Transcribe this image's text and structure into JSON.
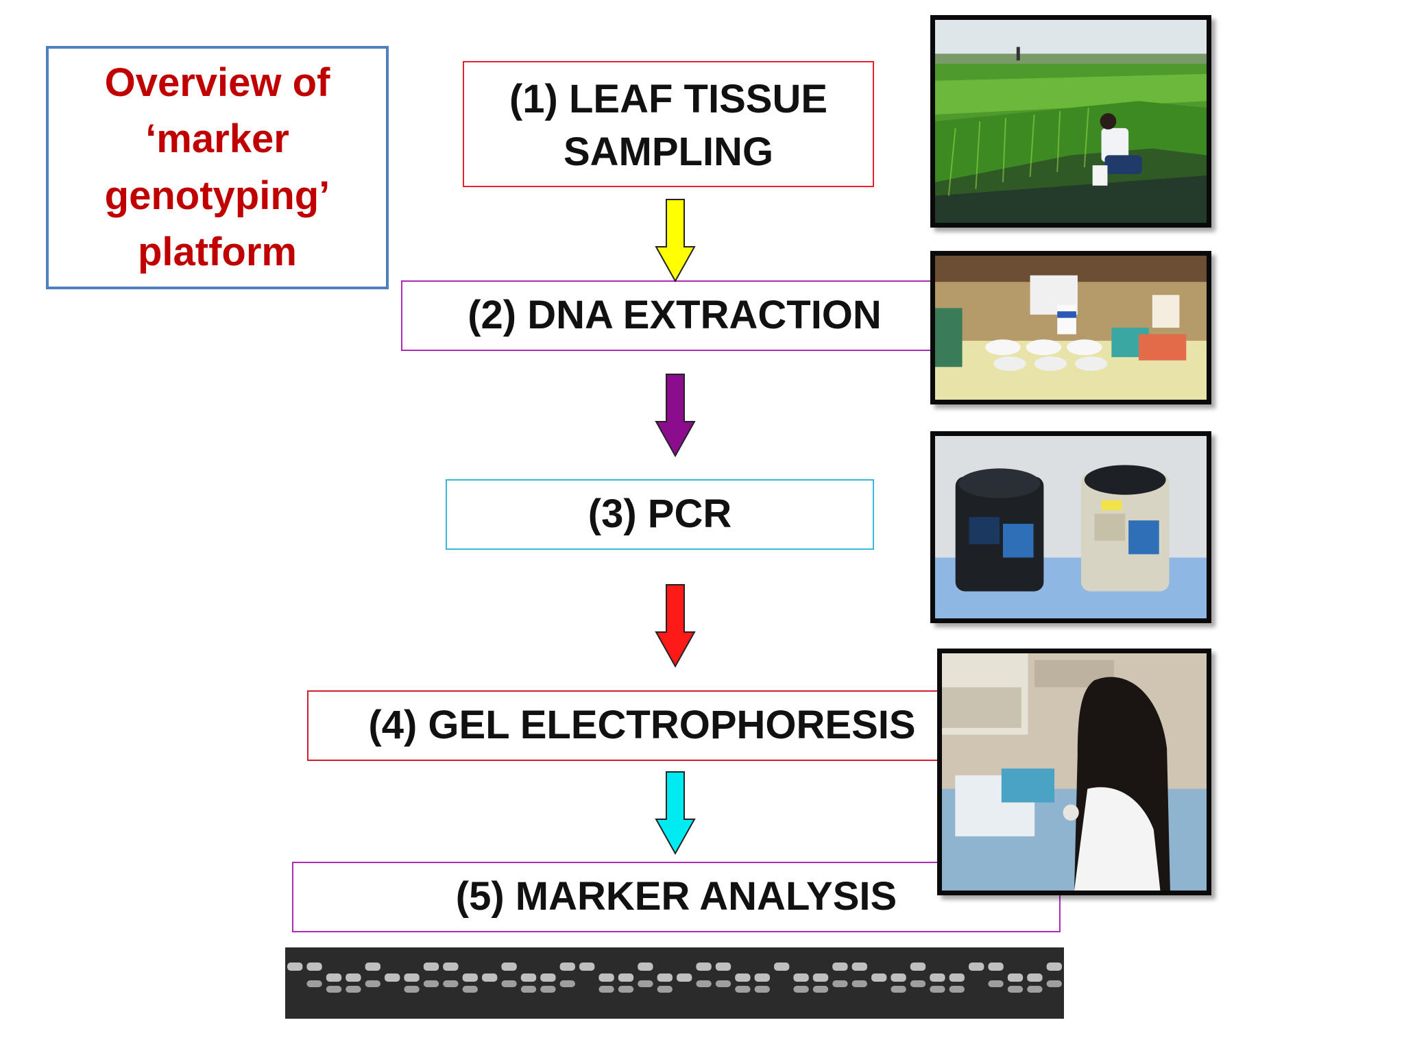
{
  "overview": {
    "title": "Overview of\n‘marker\ngenotyping’\nplatform"
  },
  "steps": [
    {
      "label": "(1) LEAF TISSUE\nSAMPLING",
      "border_color": "#e3242b"
    },
    {
      "label": "(2) DNA EXTRACTION",
      "border_color": "#b02ab8"
    },
    {
      "label": "(3) PCR",
      "border_color": "#38b8da"
    },
    {
      "label": "(4) GEL ELECTROPHORESIS",
      "border_color": "#d01f2a"
    },
    {
      "label": "(5) MARKER ANALYSIS",
      "border_color": "#b02ab8"
    }
  ],
  "arrows": [
    {
      "color": "#ffff00"
    },
    {
      "color": "#8b0d8e"
    },
    {
      "color": "#ff1a1a"
    },
    {
      "color": "#00eaf2"
    }
  ],
  "colors": {
    "overview_border": "#4f7fbd",
    "overview_text": "#c00000"
  }
}
